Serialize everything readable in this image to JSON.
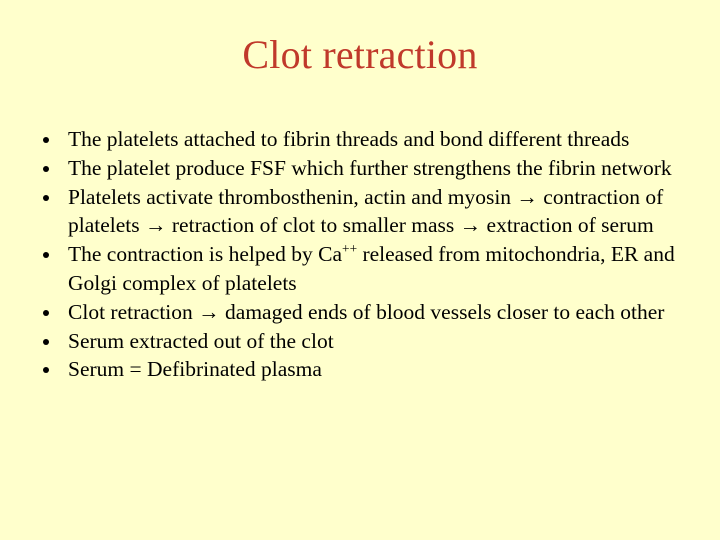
{
  "slide": {
    "title": "Clot retraction",
    "title_color": "#c0392b",
    "background_color": "#ffffcc",
    "text_color": "#000000",
    "bullet_marker": "round-dot",
    "bullets": [
      {
        "text": "The platelets attached to fibrin threads and bond different threads"
      },
      {
        "text": "The platelet produce FSF which further strengthens the fibrin network"
      },
      {
        "text": "Platelets activate thrombosthenin, actin and myosin → contraction of platelets → retraction of clot to smaller mass → extraction of serum"
      },
      {
        "prefix": "The contraction is helped by Ca",
        "superscript": "++",
        "suffix": " released from mitochondria, ER and Golgi complex of platelets"
      },
      {
        "text": "Clot retraction → damaged ends of blood vessels closer to each other"
      },
      {
        "text": "Serum extracted out of the clot"
      },
      {
        "text": "Serum = Defibrinated plasma"
      }
    ]
  }
}
